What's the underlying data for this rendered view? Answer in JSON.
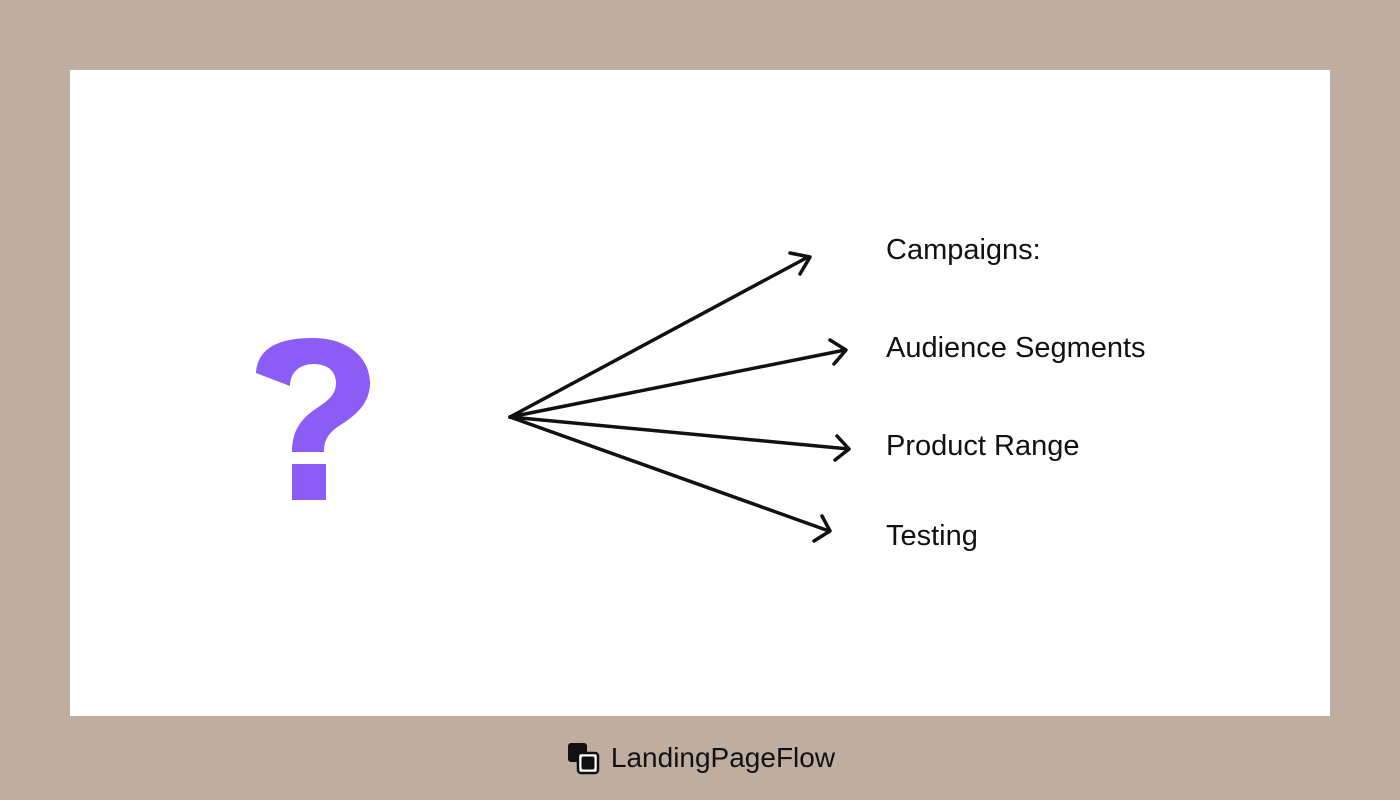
{
  "diagram": {
    "source_icon": "question-mark-icon",
    "accent_color": "#8b5cf6",
    "branches": [
      {
        "label": "Campaigns:"
      },
      {
        "label": "Audience Segments"
      },
      {
        "label": "Product Range"
      },
      {
        "label": "Testing"
      }
    ]
  },
  "footer": {
    "brand": "LandingPageFlow",
    "logo_icon": "landingpageflow-logo-icon"
  }
}
